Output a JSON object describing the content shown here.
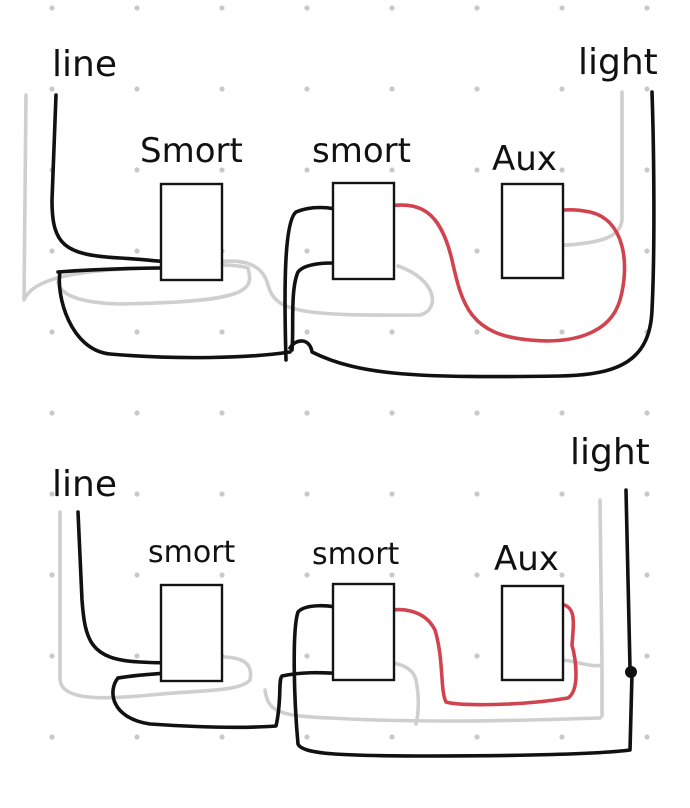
{
  "colors": {
    "hot": "#111111",
    "neutral": "#cfcfcf",
    "traveler": "#d0434f",
    "switch_outline": "#141414",
    "grid_dot": "#c9c9c9"
  },
  "top_diagram": {
    "line_label": "line",
    "light_label": "light",
    "switch1_label": "Smort",
    "switch2_label": "smort",
    "aux_label": "Aux"
  },
  "bottom_diagram": {
    "line_label": "line",
    "light_label": "light",
    "switch1_label": "smort",
    "switch2_label": "smort",
    "aux_label": "Aux"
  }
}
